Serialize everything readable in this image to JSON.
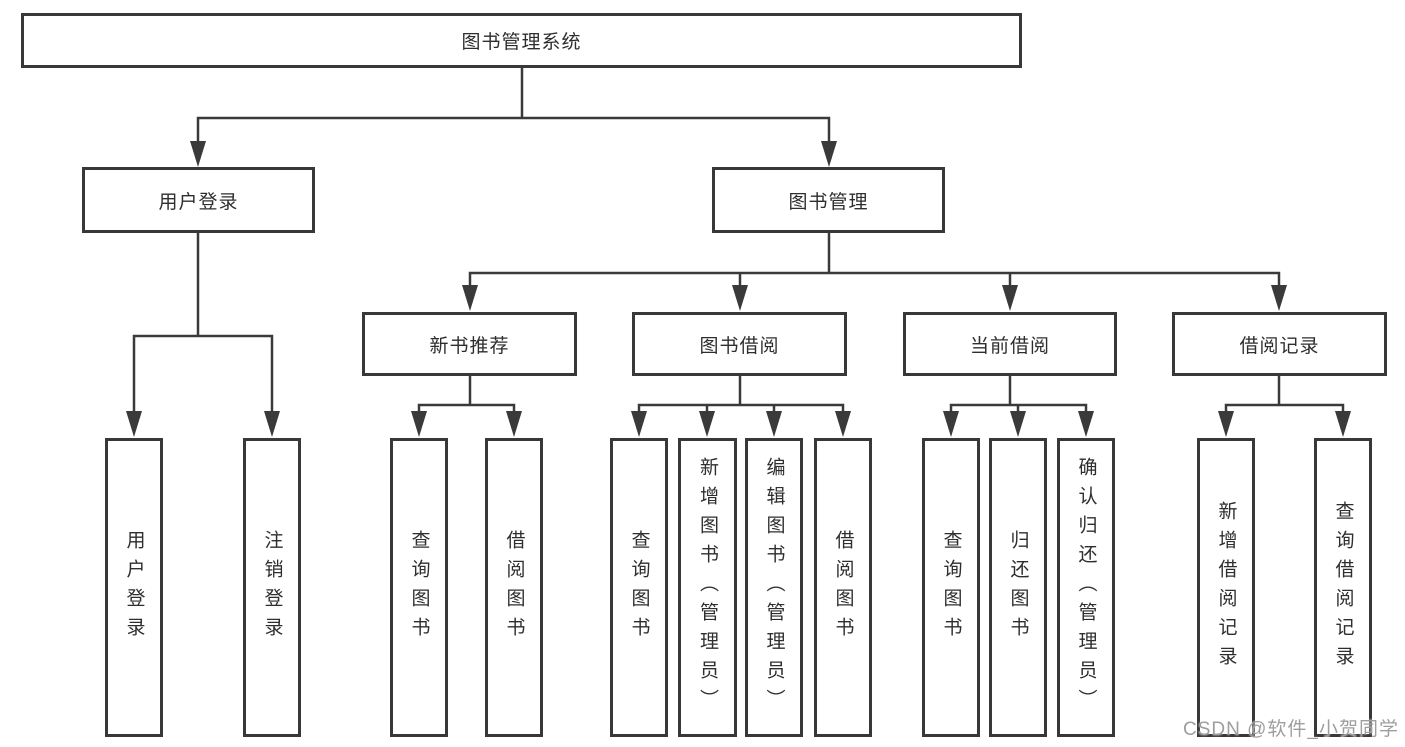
{
  "diagram": {
    "kind": "hierarchy-functional-structure",
    "root_title": "图书管理系统"
  },
  "nodes": {
    "root": {
      "label": "图书管理系统"
    },
    "login": {
      "label": "用户登录"
    },
    "mgmt": {
      "label": "图书管理"
    },
    "rec": {
      "label": "新书推荐"
    },
    "borrow": {
      "label": "图书借阅"
    },
    "current": {
      "label": "当前借阅"
    },
    "records": {
      "label": "借阅记录"
    },
    "leaves": [
      {
        "label": "用户登录"
      },
      {
        "label": "注销登录"
      },
      {
        "label": "查询图书"
      },
      {
        "label": "借阅图书"
      },
      {
        "label": "查询图书"
      },
      {
        "label": "新增图书（管理员）"
      },
      {
        "label": "编辑图书（管理员）"
      },
      {
        "label": "借阅图书"
      },
      {
        "label": "查询图书"
      },
      {
        "label": "归还图书"
      },
      {
        "label": "确认归还（管理员）"
      },
      {
        "label": "新增借阅记录"
      },
      {
        "label": "查询借阅记录"
      }
    ]
  },
  "hierarchy": {
    "图书管理系统": {
      "用户登录": [
        "用户登录",
        "注销登录"
      ],
      "图书管理": {
        "新书推荐": [
          "查询图书",
          "借阅图书"
        ],
        "图书借阅": [
          "查询图书",
          "新增图书（管理员）",
          "编辑图书（管理员）",
          "借阅图书"
        ],
        "当前借阅": [
          "查询图书",
          "归还图书",
          "确认归还（管理员）"
        ],
        "借阅记录": [
          "新增借阅记录",
          "查询借阅记录"
        ]
      }
    }
  },
  "watermark": {
    "text": "CSDN @软件_小贺同学"
  },
  "colors": {
    "line": "#3a3a3a",
    "box_border": "#383838",
    "box_fill": "#ffffff",
    "text": "#2e2e2e",
    "watermark": "#9e9e9e",
    "background": "#ffffff"
  }
}
